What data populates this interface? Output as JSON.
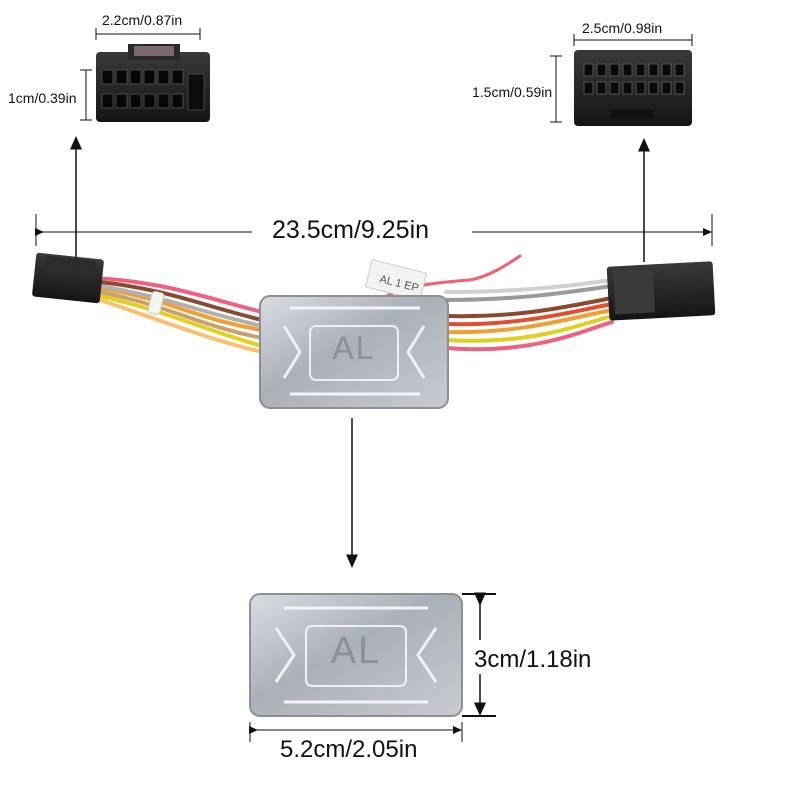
{
  "connector_left": {
    "width_label": "2.2cm/0.87in",
    "height_label": "1cm/0.39in"
  },
  "connector_right": {
    "width_label": "2.5cm/0.98in",
    "height_label": "1.5cm/0.59in"
  },
  "harness": {
    "length_label": "23.5cm/9.25in",
    "tag_text": "AL 1 EP"
  },
  "box": {
    "logo_text": "AL",
    "height_label": "3cm/1.18in",
    "width_label": "5.2cm/2.05in"
  }
}
